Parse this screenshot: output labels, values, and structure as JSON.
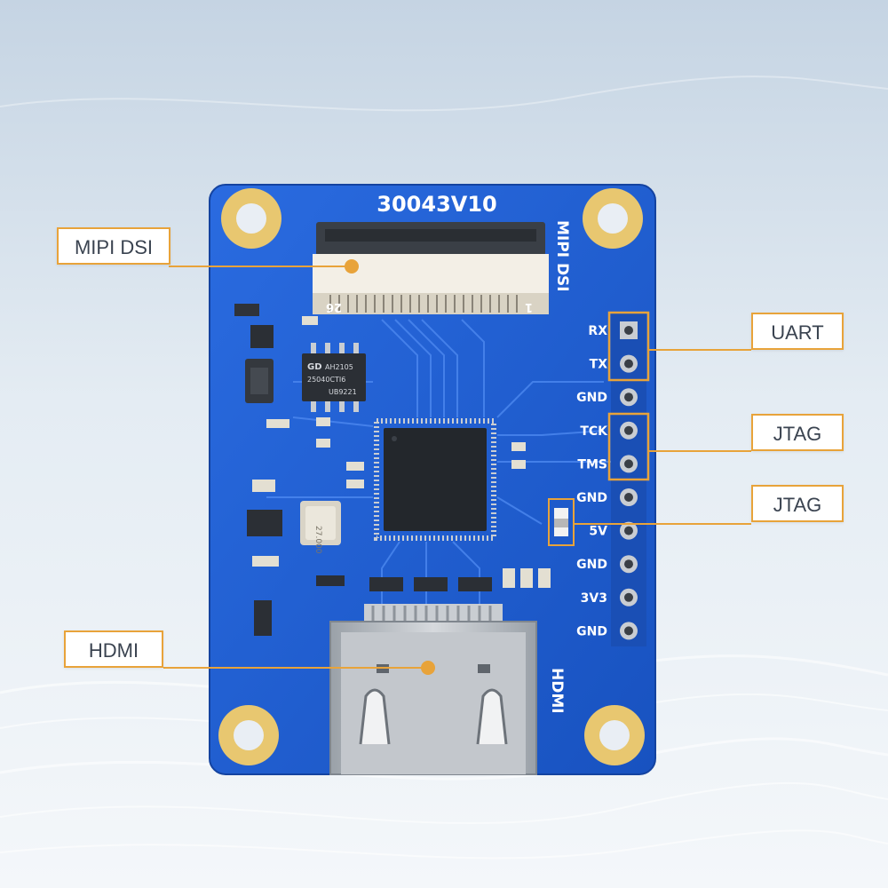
{
  "board": {
    "model": "30043V10",
    "connector_side_label": "MIPI DSI",
    "hdmi_side_label": "HDMI",
    "fpc_pin_first": "26",
    "fpc_pin_last": "1",
    "chip_brand": "GD",
    "chip_line1": "AH2105",
    "chip_line2": "25040CTI6",
    "chip_line3": "UB9221",
    "crystal_text": "27.000",
    "pins": [
      "RX",
      "TX",
      "GND",
      "TCK",
      "TMS",
      "GND",
      "5V",
      "GND",
      "3V3",
      "GND"
    ]
  },
  "callouts": {
    "mipi": "MIPI DSI",
    "hdmi": "HDMI",
    "uart": "UART",
    "jtag_top": "JTAG",
    "jtag_bottom": "JTAG"
  },
  "colors": {
    "pcb": "#1e5fd1",
    "gold": "#e8c770",
    "accent": "#e8a33a",
    "silver": "#c9cdd2"
  }
}
